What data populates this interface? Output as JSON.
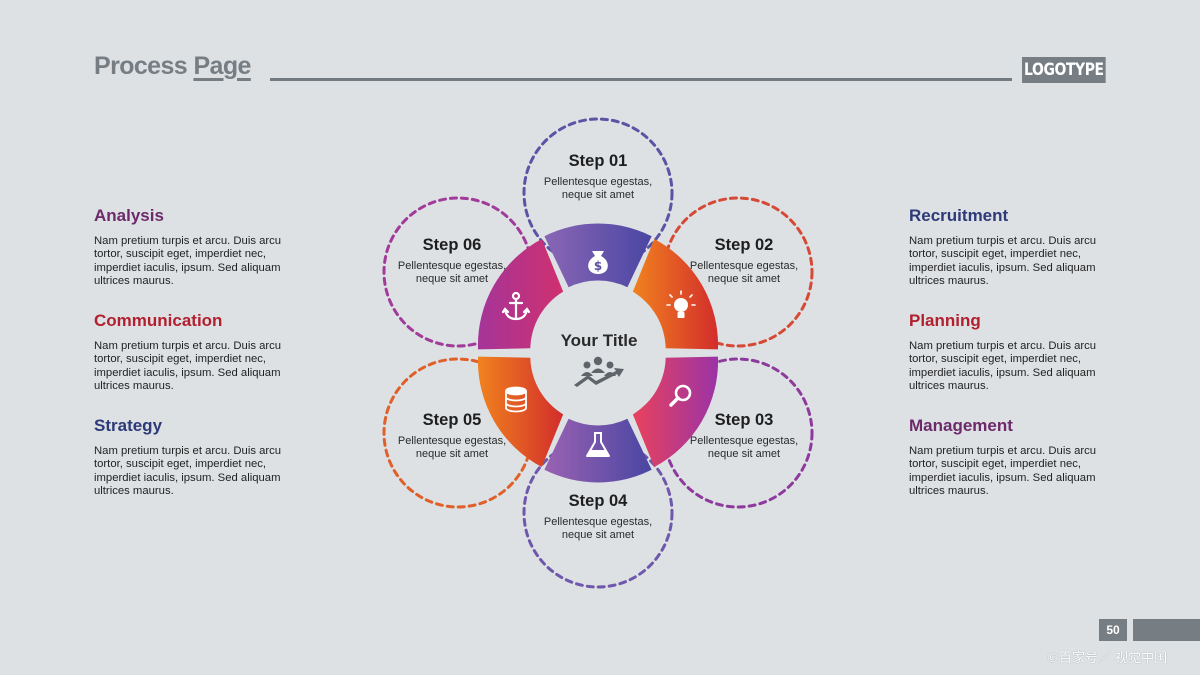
{
  "header": {
    "title_word1": "Process",
    "title_word2": "Page",
    "logo": "LOGOTYPE"
  },
  "center": {
    "title": "Your Title",
    "icon": "people-growth-chart-icon"
  },
  "colors": {
    "background": "#dde1e4",
    "gray": "#767d83",
    "purple": "#5a3d8a",
    "magenta": "#a8309a",
    "red": "#d2302d",
    "orange": "#ef7a22",
    "navy": "#2e3a78",
    "plum": "#6d2a6a",
    "crimson": "#b21f2e"
  },
  "left_items": [
    {
      "title": "Analysis",
      "text": "Nam pretium turpis et arcu. Duis arcu tortor, suscipit eget, imperdiet nec, imperdiet iaculis, ipsum. Sed aliquam ultrices maurus.",
      "color": "#6d2a6a"
    },
    {
      "title": "Communication",
      "text": "Nam pretium turpis et arcu. Duis arcu tortor, suscipit eget, imperdiet nec, imperdiet iaculis, ipsum. Sed aliquam ultrices maurus.",
      "color": "#b21f2e"
    },
    {
      "title": "Strategy",
      "text": "Nam pretium turpis et arcu. Duis arcu tortor, suscipit eget, imperdiet nec, imperdiet iaculis, ipsum. Sed aliquam ultrices maurus.",
      "color": "#2e3a78"
    }
  ],
  "right_items": [
    {
      "title": "Recruitment",
      "text": "Nam pretium turpis et arcu. Duis arcu tortor, suscipit eget, imperdiet nec, imperdiet iaculis, ipsum. Sed aliquam ultrices maurus.",
      "color": "#2e3a78"
    },
    {
      "title": "Planning",
      "text": "Nam pretium turpis et arcu. Duis arcu tortor, suscipit eget, imperdiet nec, imperdiet iaculis, ipsum. Sed aliquam ultrices maurus.",
      "color": "#b21f2e"
    },
    {
      "title": "Management",
      "text": "Nam pretium turpis et arcu. Duis arcu tortor, suscipit eget, imperdiet nec, imperdiet iaculis, ipsum. Sed aliquam ultrices maurus.",
      "color": "#6d2a6a"
    }
  ],
  "steps": [
    {
      "title": "Step 01",
      "desc": "Pellentesque egestas, neque sit amet",
      "icon": "money-bag-icon"
    },
    {
      "title": "Step 02",
      "desc": "Pellentesque egestas, neque sit amet",
      "icon": "light-bulb-icon"
    },
    {
      "title": "Step 03",
      "desc": "Pellentesque egestas, neque sit amet",
      "icon": "magnifier-icon"
    },
    {
      "title": "Step 04",
      "desc": "Pellentesque egestas, neque sit amet",
      "icon": "flask-icon"
    },
    {
      "title": "Step 05",
      "desc": "Pellentesque egestas, neque sit amet",
      "icon": "coin-stack-icon"
    },
    {
      "title": "Step 06",
      "desc": "Pellentesque egestas, neque sit amet",
      "icon": "anchor-icon"
    }
  ],
  "footer": {
    "page_number": "50",
    "watermark": "©百家号／ 视觉中国"
  }
}
